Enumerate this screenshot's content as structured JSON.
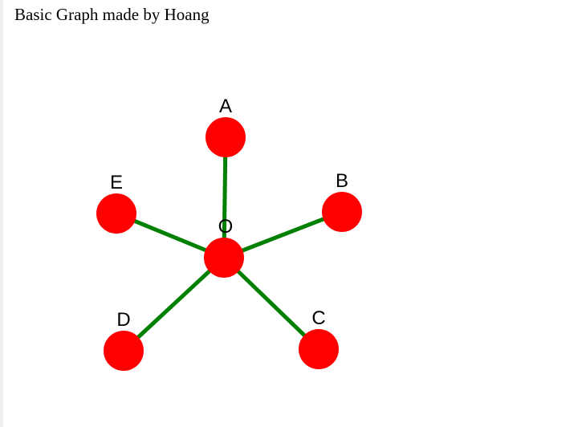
{
  "title": "Basic Graph made by Hoang",
  "colors": {
    "node_fill": "#ff0000",
    "edge_stroke": "#008000",
    "label": "#000000"
  },
  "graph": {
    "nodes": [
      {
        "id": "O",
        "label": "O"
      },
      {
        "id": "A",
        "label": "A"
      },
      {
        "id": "B",
        "label": "B"
      },
      {
        "id": "C",
        "label": "C"
      },
      {
        "id": "D",
        "label": "D"
      },
      {
        "id": "E",
        "label": "E"
      }
    ],
    "edges": [
      {
        "source": "O",
        "target": "A"
      },
      {
        "source": "O",
        "target": "B"
      },
      {
        "source": "O",
        "target": "C"
      },
      {
        "source": "O",
        "target": "D"
      },
      {
        "source": "O",
        "target": "E"
      }
    ]
  }
}
